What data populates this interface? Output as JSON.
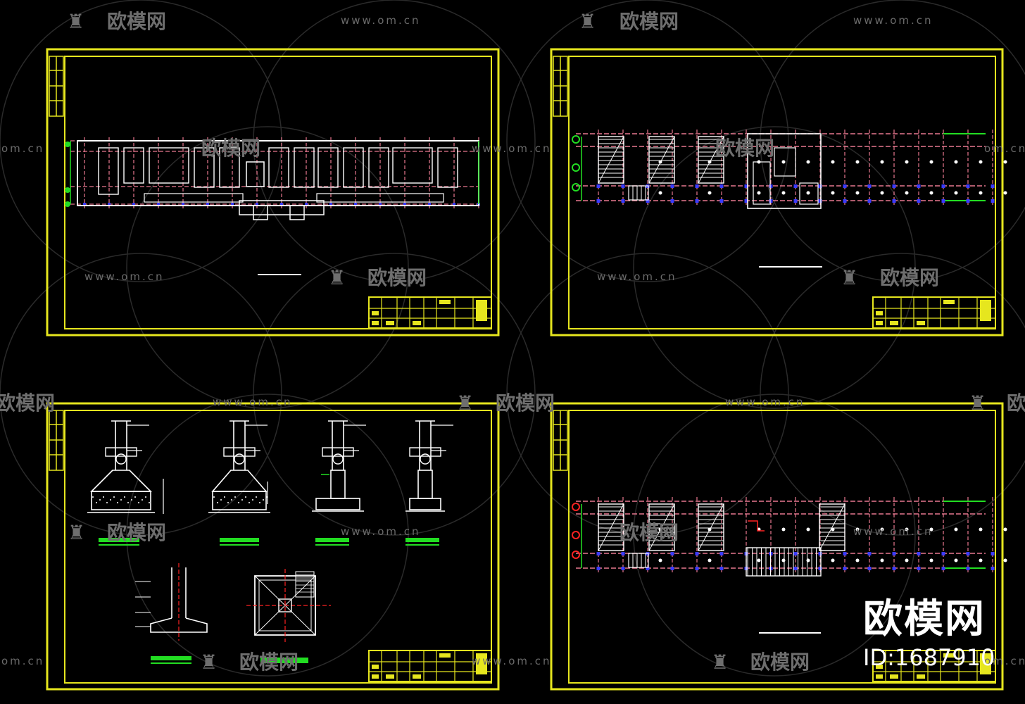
{
  "watermark": {
    "url_text": "www.om.cn",
    "brand_text": "欧模网",
    "domain_fragment": "om.cn"
  },
  "brand_badge": {
    "brand": "欧模网",
    "id_text": "ID:1687910"
  },
  "colors": {
    "background": "#000000",
    "frame": "#e6e61e",
    "axis": "#e87890",
    "column": "#3a3aff",
    "wall": "#ffffff",
    "green": "#22dd22",
    "red": "#ff2222",
    "watermark": "#6a6a6a"
  },
  "sheets": [
    {
      "id": "foundation-plan",
      "type": "plan"
    },
    {
      "id": "floor-plan-upper",
      "type": "plan"
    },
    {
      "id": "foundation-details",
      "type": "details"
    },
    {
      "id": "floor-plan-lower",
      "type": "plan"
    }
  ]
}
